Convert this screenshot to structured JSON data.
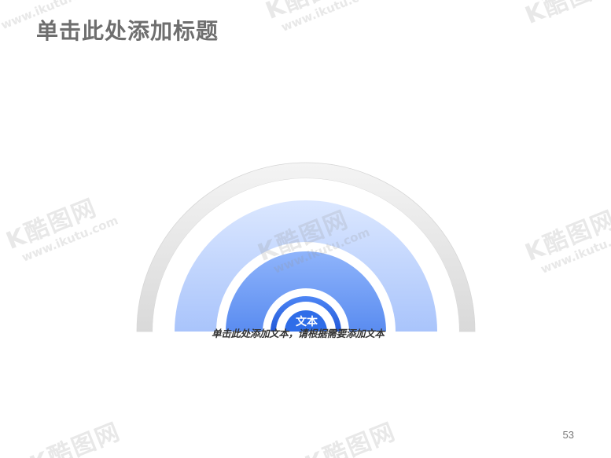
{
  "slide": {
    "title": "单击此处添加标题",
    "center_label": "文本",
    "caption": "单击此处添加文本，请根据需要添加文本",
    "caption_overlap": "请根据需要添加文本",
    "page_number": "53"
  },
  "watermark": {
    "logo": "K酷图网",
    "url": "www.ikutu.com"
  },
  "colors": {
    "title": "#6e6e6e",
    "outer_ring": "#e6e6e6",
    "ring_blue_light": "#bcd3ff",
    "ring_blue_mid": "#6f9cf5",
    "ring_blue_dark": "#2f6de8"
  }
}
